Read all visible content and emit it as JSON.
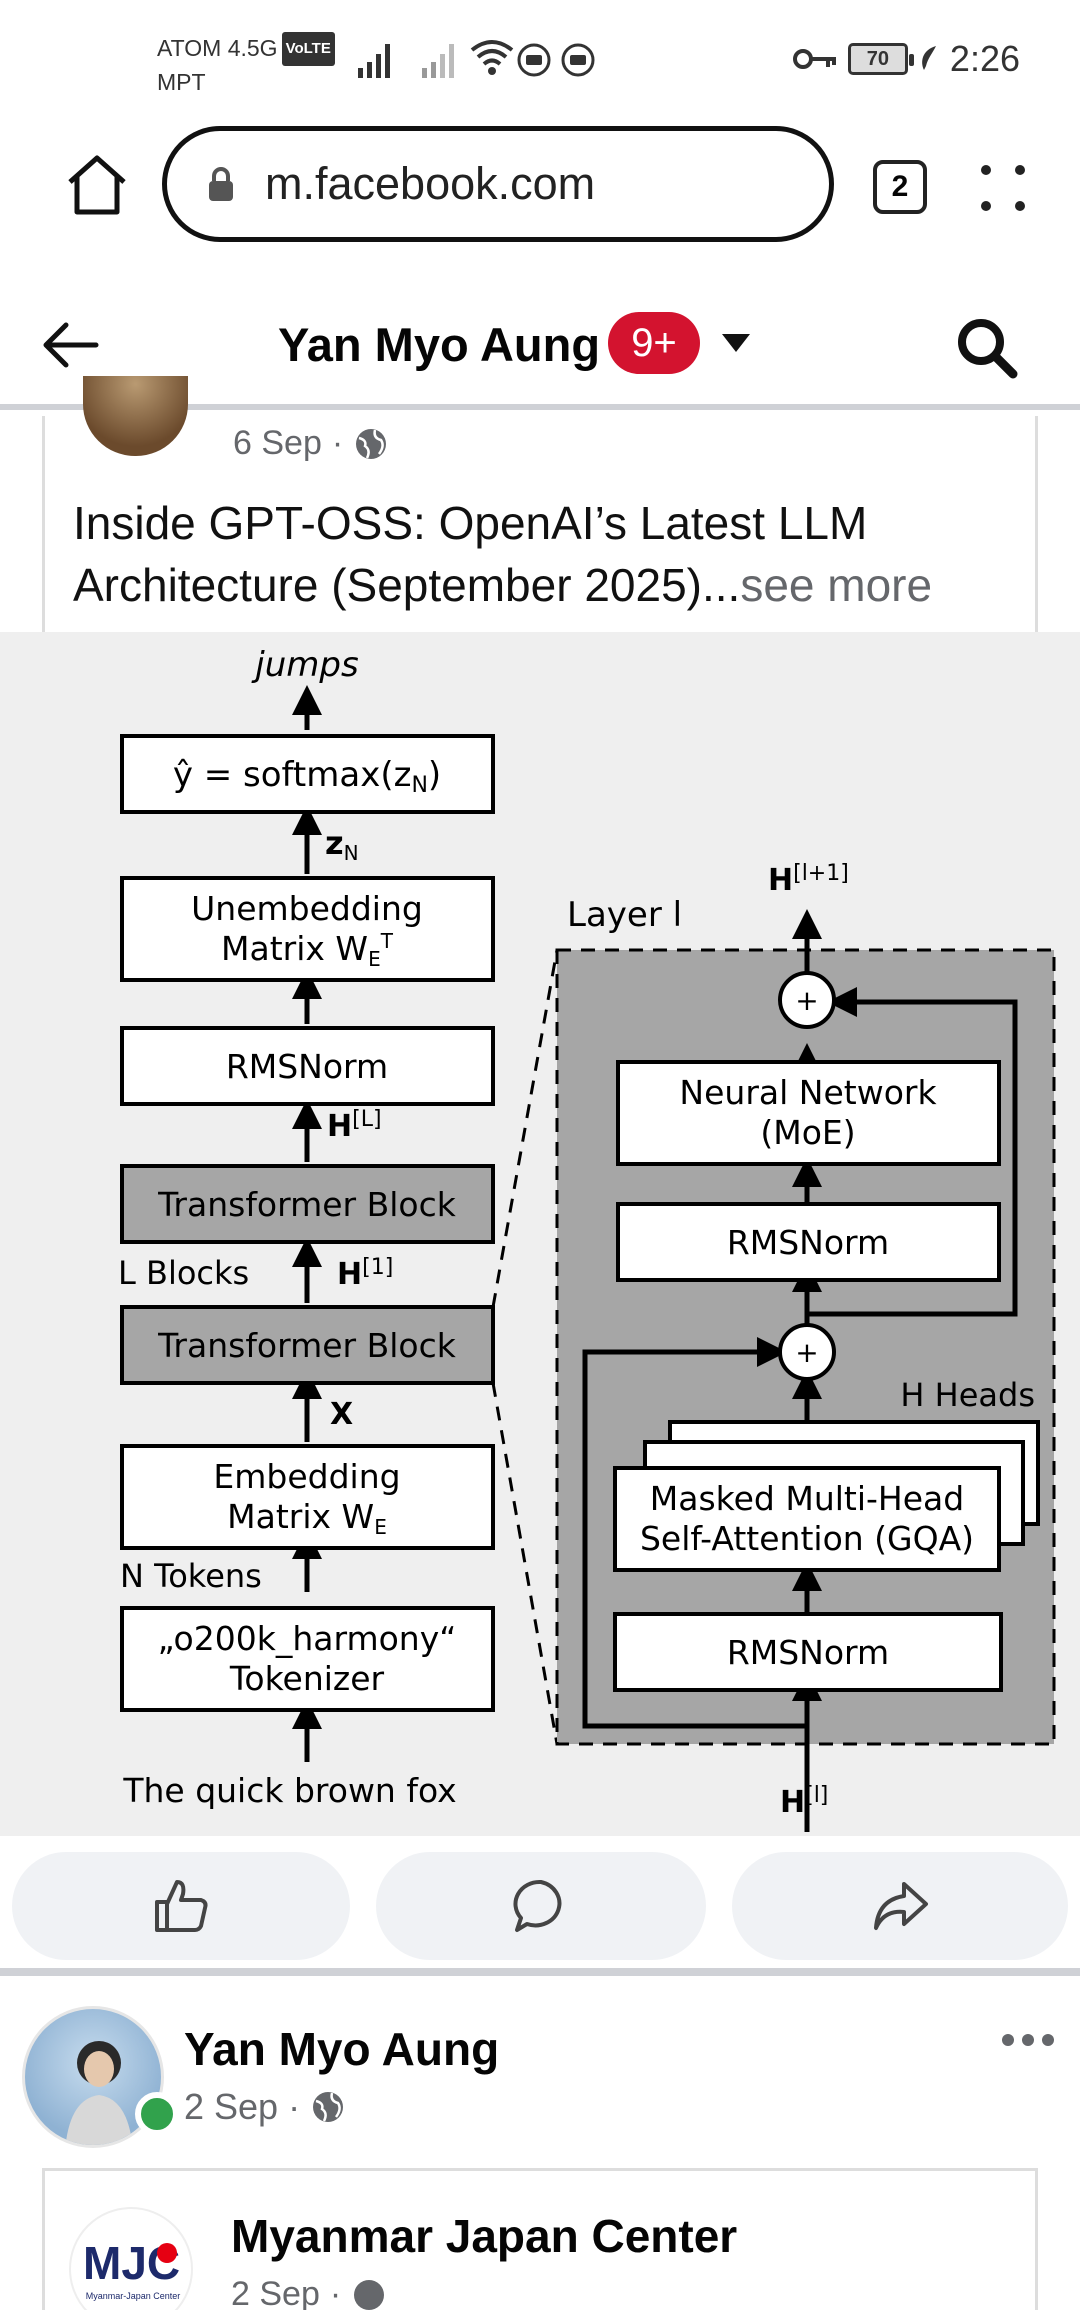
{
  "status_bar": {
    "carrier_line1": "ATOM 4.5G",
    "volte": "VoLTE",
    "carrier_line2": "MPT",
    "battery": "70",
    "time": "2:26"
  },
  "browser": {
    "url": "m.facebook.com",
    "tab_count": "2"
  },
  "header": {
    "profile_name": "Yan Myo Aung",
    "notification_badge": "9+"
  },
  "post": {
    "date": "6 Sep",
    "separator": "·",
    "text": "Inside GPT-OSS: OpenAI’s Latest LLM Architecture (September 2025)...",
    "see_more": "see more"
  },
  "diagram": {
    "output_word": "jumps",
    "softmax": "ŷ = softmax(z",
    "softmax_sub": "N",
    "zn": "z",
    "zn_sub": "N",
    "unembed_line1": "Unembedding",
    "unembed_line2": "Matrix W",
    "unembed_sub": "E",
    "unembed_sup": "T",
    "rmsnorm": "RMSNorm",
    "h_l": "H",
    "h_l_sup": "[L]",
    "transformer_block": "Transformer Block",
    "l_blocks": "L Blocks",
    "h_1": "H",
    "h_1_sup": "[1]",
    "x": "X",
    "embed_line1": "Embedding",
    "embed_line2": "Matrix W",
    "embed_sub": "E",
    "n_tokens": "N Tokens",
    "tokenizer_line1": "„o200k_harmony“",
    "tokenizer_line2": "Tokenizer",
    "input_text": "The quick brown fox",
    "layer_label": "Layer l",
    "h_top": "H",
    "h_top_sup": "[l+1]",
    "nn_line1": "Neural Network",
    "nn_line2": "(MoE)",
    "inner_rmsnorm": "RMSNorm",
    "h_heads": "H Heads",
    "attn_line1": "Masked Multi-Head",
    "attn_line2": "Self-Attention (GQA)",
    "h_bottom": "H",
    "h_bottom_sup": "[l]",
    "plus": "+"
  },
  "next_post": {
    "author": "Yan Myo Aung",
    "date": "2 Sep",
    "separator": "·",
    "shared_page": "Myanmar Japan Center",
    "shared_date": "2 Sep",
    "logo_text": "MJC",
    "logo_caption": "Myanmar-Japan Center"
  },
  "colors": {
    "badge": "#d3132f",
    "online": "#31a24c",
    "diagram_gray": "#a6a6a6",
    "logo_red": "#e60012",
    "logo_navy": "#1d2a6b"
  }
}
